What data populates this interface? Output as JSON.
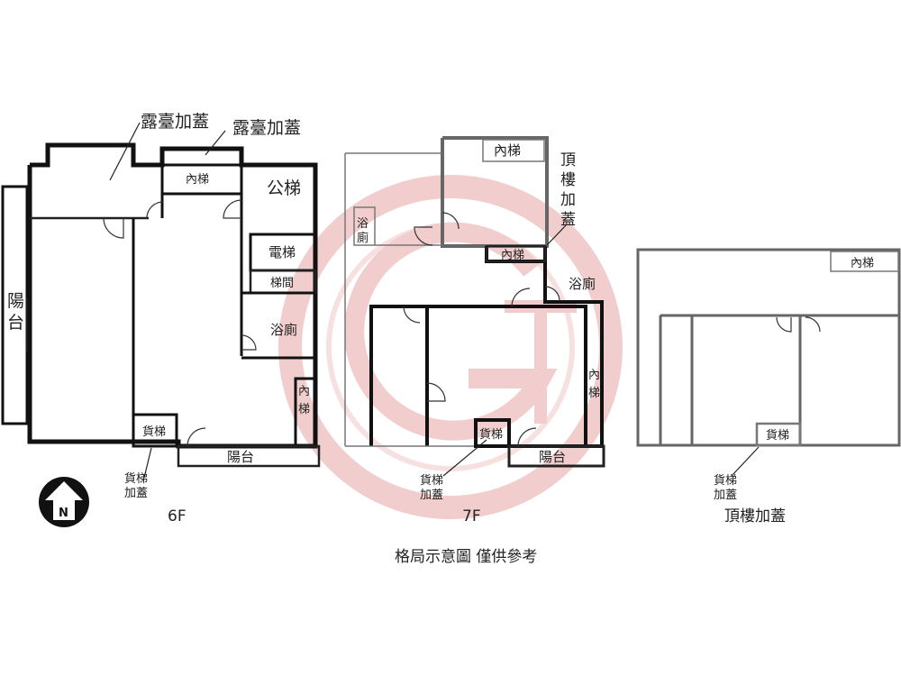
{
  "labels": {
    "terrace_cover_1": "露臺加蓋",
    "terrace_cover_2": "露臺加蓋",
    "inner_stair": "內梯",
    "public_stair": "公梯",
    "elevator": "電梯",
    "stairwell": "梯間",
    "bathroom": "浴廁",
    "balcony": "陽台",
    "balcony_vertical": [
      "陽",
      "台"
    ],
    "freight_lift": "貨梯",
    "freight_cover": [
      "貨梯",
      "加蓋"
    ],
    "rooftop_cover_vertical": [
      "頂",
      "樓",
      "加",
      "蓋"
    ],
    "bathroom_vertical": [
      "浴",
      "廁"
    ],
    "inner_stair_vertical": [
      "內",
      "梯"
    ],
    "compass_n": "N"
  },
  "captions": {
    "floor_6": "6F",
    "floor_7": "7F",
    "rooftop": "頂樓加蓋",
    "note": "格局示意圖 僅供參考"
  },
  "colors": {
    "wall": "#111111",
    "grey_wall": "#666666",
    "watermark": "#e7a5a5"
  }
}
